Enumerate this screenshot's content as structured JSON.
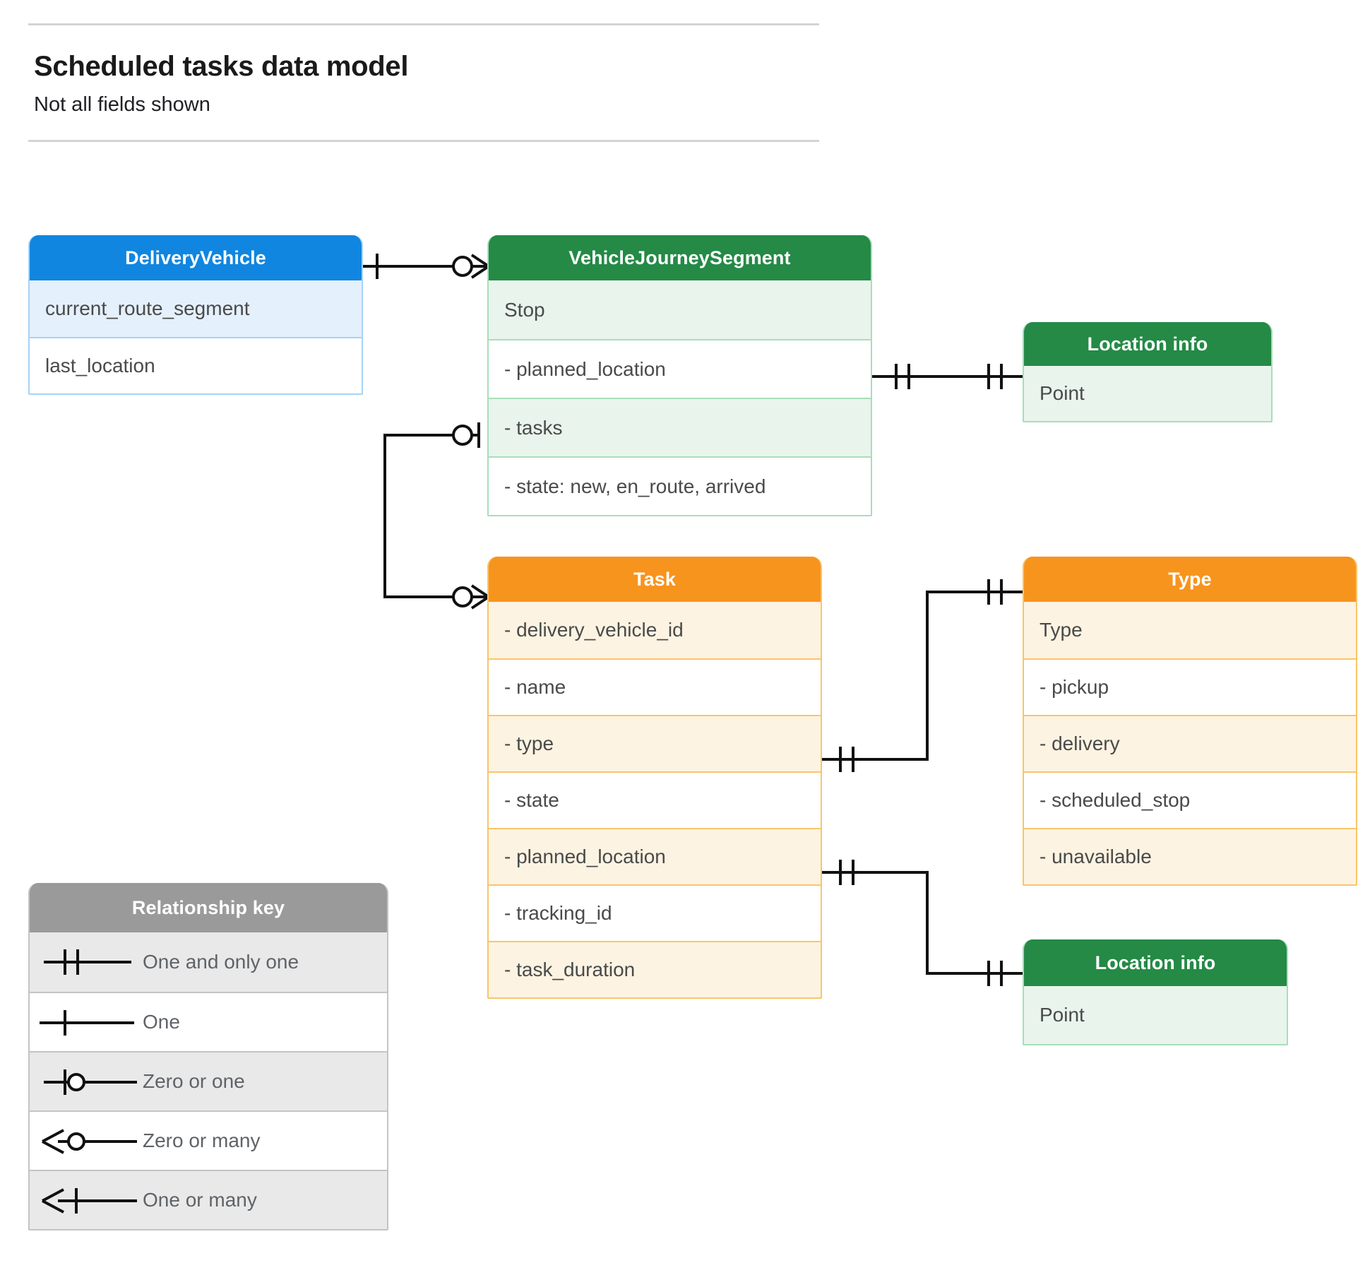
{
  "header": {
    "title": "Scheduled tasks data model",
    "subtitle": "Not all fields shown"
  },
  "entities": {
    "delivery_vehicle": {
      "title": "DeliveryVehicle",
      "color": "#1086e0",
      "rows": [
        "current_route_segment",
        "last_location"
      ]
    },
    "vehicle_journey_segment": {
      "title": "VehicleJourneySegment",
      "color": "#248a46",
      "rows": [
        "Stop",
        "-  planned_location",
        "- tasks",
        "- state: new, en_route, arrived"
      ]
    },
    "location_info_top": {
      "title": "Location info",
      "color": "#248a46",
      "rows": [
        "Point"
      ]
    },
    "location_info_bottom": {
      "title": "Location info",
      "color": "#248a46",
      "rows": [
        "Point"
      ]
    },
    "task": {
      "title": "Task",
      "color": "#f7941d",
      "rows": [
        "- delivery_vehicle_id",
        "- name",
        "- type",
        "- state",
        "- planned_location",
        "- tracking_id",
        "- task_duration"
      ]
    },
    "type": {
      "title": "Type",
      "color": "#f7941d",
      "rows": [
        "Type",
        "-  pickup",
        "-  delivery",
        "-  scheduled_stop",
        "-  unavailable"
      ]
    }
  },
  "legend": {
    "title": "Relationship key",
    "items": [
      {
        "symbol": "one-and-only-one",
        "label": "One and only one"
      },
      {
        "symbol": "one",
        "label": "One"
      },
      {
        "symbol": "zero-or-one",
        "label": "Zero or one"
      },
      {
        "symbol": "zero-or-many",
        "label": "Zero or many"
      },
      {
        "symbol": "one-or-many",
        "label": "One or many"
      }
    ]
  },
  "relationships": [
    {
      "from": "delivery_vehicle",
      "from_card": "one",
      "to": "vehicle_journey_segment",
      "to_card": "zero-or-many"
    },
    {
      "from": "vehicle_journey_segment",
      "from_card": "one-and-only-one",
      "to": "location_info_top",
      "to_card": "one-and-only-one"
    },
    {
      "from": "vehicle_journey_segment",
      "from_card": "zero-or-one",
      "to": "task",
      "to_card": "zero-or-many"
    },
    {
      "from": "task",
      "from_card": "one-and-only-one",
      "to": "type",
      "to_card": "one-and-only-one"
    },
    {
      "from": "task",
      "from_card": "one-and-only-one",
      "to": "location_info_bottom",
      "to_card": "one-and-only-one"
    }
  ],
  "colors": {
    "blue": "#1086e0",
    "green": "#248a46",
    "orange": "#f7941d",
    "grey": "#9a9a9a",
    "line": "#111111"
  }
}
